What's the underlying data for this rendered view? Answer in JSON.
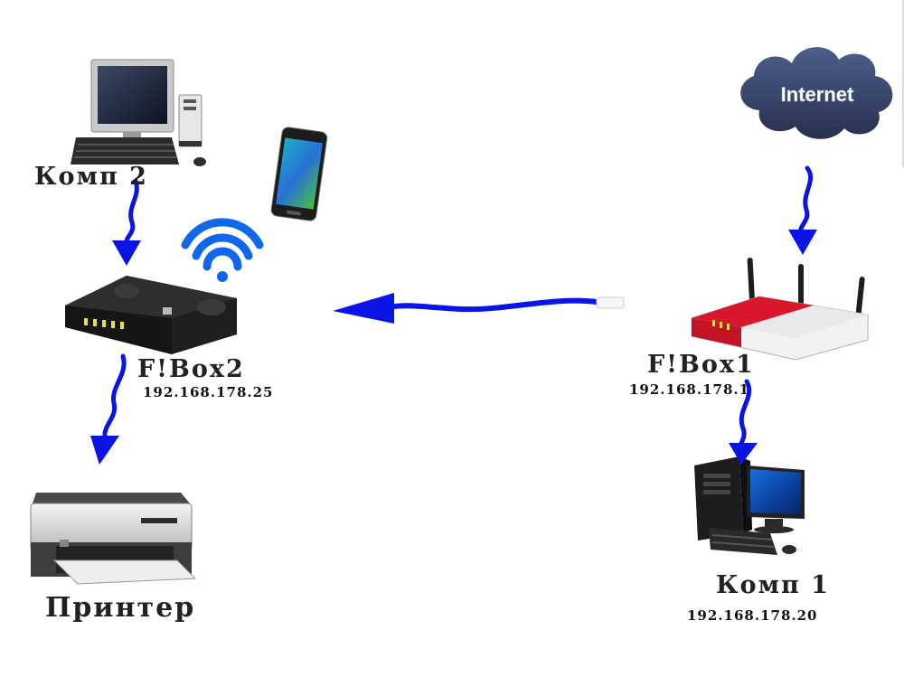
{
  "nodes": {
    "comp2": {
      "label": "Комп 2"
    },
    "fbox2": {
      "label": "F!Box2",
      "ip": "192.168.178.25"
    },
    "printer": {
      "label": "Принтер"
    },
    "fbox1": {
      "label": "F!Box1",
      "ip": "192.168.178.1"
    },
    "comp1": {
      "label": "Комп 1",
      "ip": "192.168.178.20"
    },
    "internet": {
      "label": "Internet"
    }
  },
  "colors": {
    "arrow": "#0a14e6",
    "wifi": "#1166ee",
    "router2_body": "#1e1e1e",
    "router1_red": "#d8172a",
    "router1_white": "#f2f2f2",
    "cloud": "#36466e"
  },
  "icons": {
    "comp2": "desktop-computer-icon",
    "phone": "smartphone-icon",
    "wifi": "wifi-icon",
    "fbox2": "router-icon",
    "printer": "laser-printer-icon",
    "internet": "cloud-icon",
    "fbox1": "router-icon",
    "comp1": "desktop-computer-icon"
  }
}
